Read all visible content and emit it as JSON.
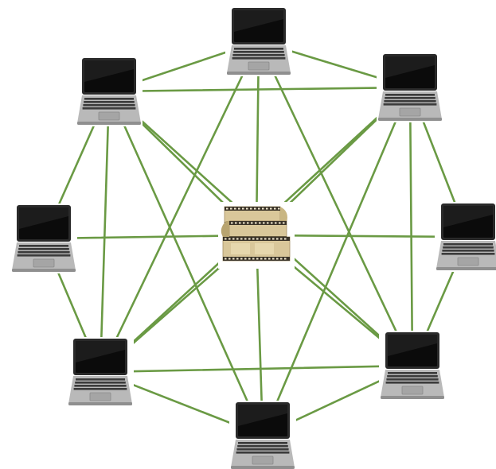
{
  "diagram": {
    "type": "peer-to-peer network",
    "center_icon": "film-reel-icon",
    "node_icon": "laptop-icon",
    "colors": {
      "link": "#6a9a44",
      "background": "#ffffff",
      "laptop_screen": "#0b0b0b",
      "laptop_body": "#b9b9b9",
      "film": "#d9c79a",
      "film_dark": "#3a3328"
    },
    "nodes": [
      {
        "id": "laptop-top"
      },
      {
        "id": "laptop-upper-left"
      },
      {
        "id": "laptop-upper-right"
      },
      {
        "id": "laptop-left"
      },
      {
        "id": "laptop-right"
      },
      {
        "id": "laptop-lower-left"
      },
      {
        "id": "laptop-lower-right"
      },
      {
        "id": "laptop-bottom"
      }
    ],
    "links": [
      [
        "laptop-top",
        "laptop-upper-left"
      ],
      [
        "laptop-top",
        "laptop-upper-right"
      ],
      [
        "laptop-top",
        "center"
      ],
      [
        "laptop-top",
        "laptop-lower-left"
      ],
      [
        "laptop-top",
        "laptop-lower-right"
      ],
      [
        "laptop-upper-left",
        "laptop-upper-right"
      ],
      [
        "laptop-upper-left",
        "laptop-left"
      ],
      [
        "laptop-upper-left",
        "center"
      ],
      [
        "laptop-upper-left",
        "laptop-lower-left"
      ],
      [
        "laptop-upper-left",
        "laptop-bottom"
      ],
      [
        "laptop-upper-right",
        "center"
      ],
      [
        "laptop-upper-right",
        "laptop-right"
      ],
      [
        "laptop-upper-right",
        "laptop-lower-right"
      ],
      [
        "laptop-upper-right",
        "laptop-bottom"
      ],
      [
        "laptop-upper-right",
        "laptop-lower-left"
      ],
      [
        "laptop-left",
        "center"
      ],
      [
        "laptop-left",
        "laptop-lower-left"
      ],
      [
        "laptop-right",
        "center"
      ],
      [
        "laptop-right",
        "laptop-lower-right"
      ],
      [
        "laptop-lower-left",
        "center"
      ],
      [
        "laptop-lower-left",
        "laptop-lower-right"
      ],
      [
        "laptop-lower-left",
        "laptop-bottom"
      ],
      [
        "laptop-lower-right",
        "center"
      ],
      [
        "laptop-lower-right",
        "laptop-bottom"
      ],
      [
        "laptop-bottom",
        "center"
      ],
      [
        "laptop-upper-left",
        "laptop-lower-right"
      ]
    ]
  }
}
